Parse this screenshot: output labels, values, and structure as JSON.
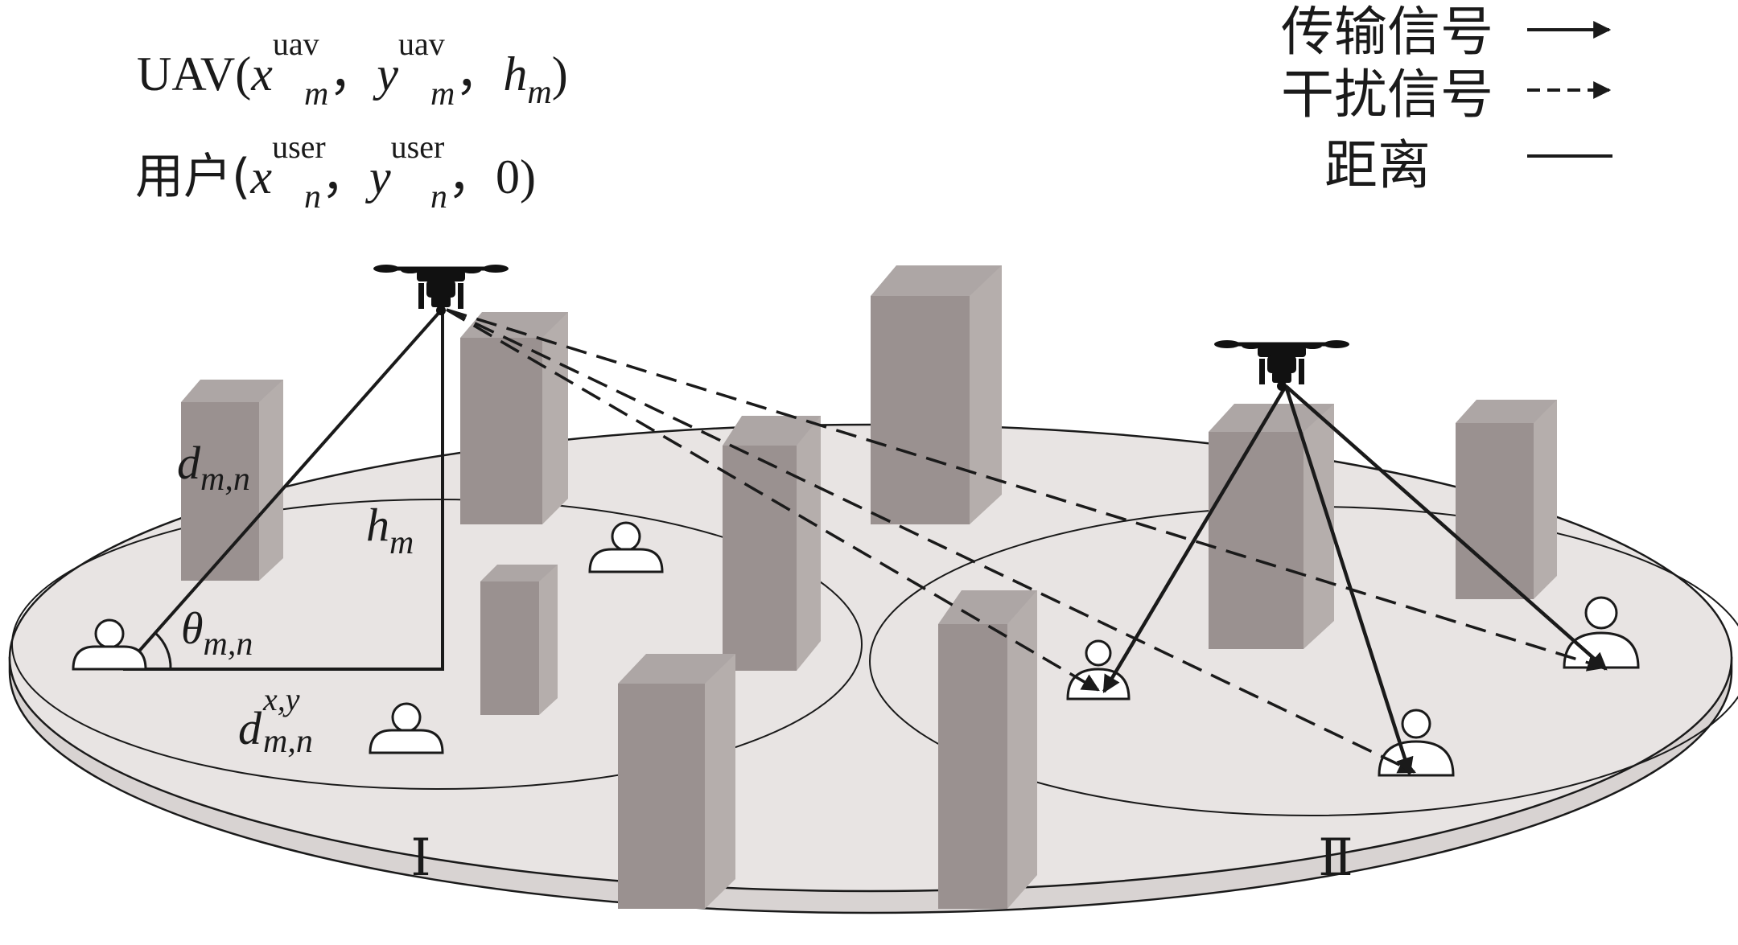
{
  "legend": {
    "transmission": "传输信号",
    "interference": "干扰信号",
    "distance": "距离"
  },
  "coordinates": {
    "uav_prefix": "UAV(",
    "uav_x": "x",
    "uav_x_sup": "uav",
    "uav_x_sub": "m",
    "uav_y": "y",
    "uav_y_sup": "uav",
    "uav_y_sub": "m",
    "uav_h": "h",
    "uav_h_sub": "m",
    "user_prefix": "用户(",
    "user_x": "x",
    "user_x_sup": "user",
    "user_x_sub": "n",
    "user_y": "y",
    "user_y_sup": "user",
    "user_y_sub": "n",
    "user_z": "0",
    "comma": "，",
    "close": ")"
  },
  "labels": {
    "d_main": "d",
    "d_sub": "m,n",
    "h_main": "h",
    "h_sub": "m",
    "theta_main": "θ",
    "theta_sub": "m,n",
    "dxy_main": "d",
    "dxy_sup": "x,y",
    "dxy_sub": "m,n"
  },
  "regions": {
    "region_1": "Ⅰ",
    "region_2": "Ⅱ"
  },
  "colors": {
    "ground": "#e8e4e3",
    "building_front": "#9a9190",
    "building_side": "#b5aeac",
    "building_top": "#ada6a5",
    "line": "#1a1a1a"
  }
}
